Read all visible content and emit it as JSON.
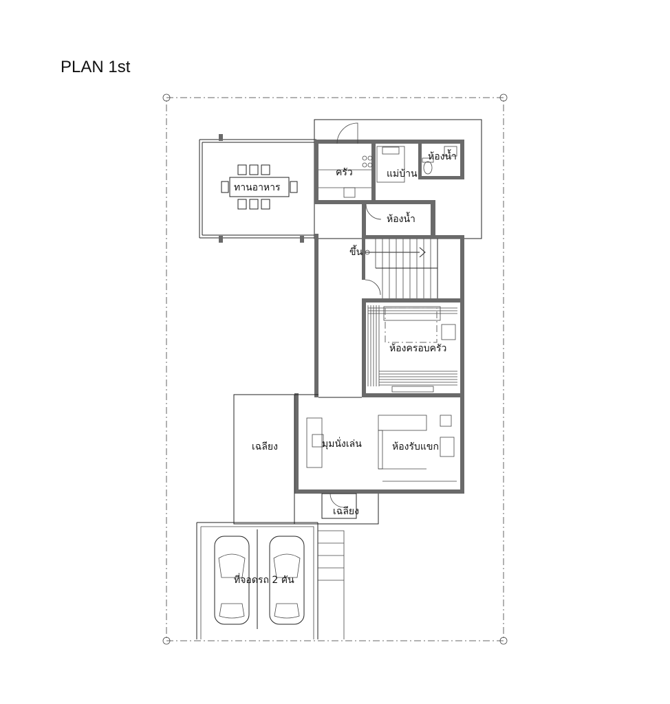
{
  "title": "PLAN 1st",
  "rooms": {
    "dining": "ทานอาหาร",
    "kitchen": "ครัว",
    "maid_room": "แม่บ้าน",
    "bathroom_1": "ห้องน้ำ",
    "bathroom_2": "ห้องน้ำ",
    "stairs_up": "ขึ้น",
    "family_room": "ห้องครอบครัว",
    "corner_seat": "มุมนั่งเล่น",
    "living_room": "ห้องรับแขก",
    "terrace_side": "เฉลียง",
    "terrace_front": "เฉลียง",
    "garage": "ที่จอดรถ 2 คัน"
  },
  "colors": {
    "line": "#222222",
    "wall": "#6a6a6a",
    "background": "#ffffff"
  }
}
